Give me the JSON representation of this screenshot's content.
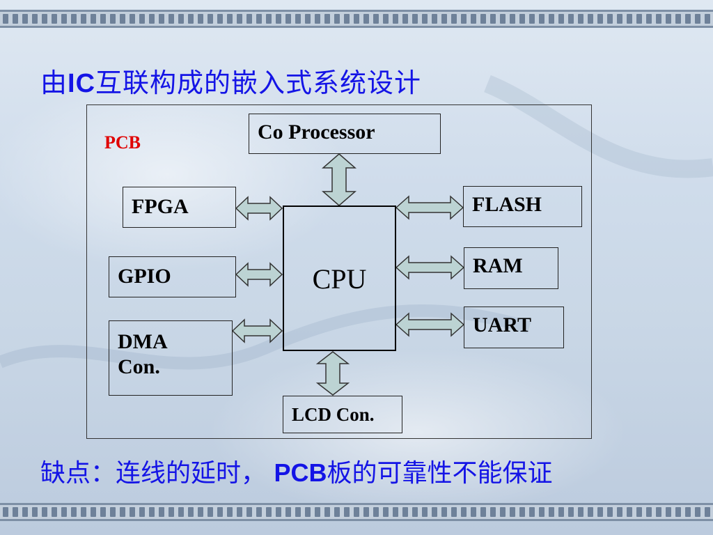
{
  "slide": {
    "title_cjk_prefix": "由",
    "title_latin": "IC",
    "title_cjk_suffix": "互联构成的嵌入式系统设计",
    "footer_part1": "缺点：连线的延时，",
    "footer_latin": "PCB",
    "footer_part2": "板的可靠性不能保证"
  },
  "diagram": {
    "frame_label": "PCB",
    "center": "CPU",
    "blocks": {
      "co_processor": "Co Processor",
      "fpga": "FPGA",
      "gpio": "GPIO",
      "dma_line1": "DMA",
      "dma_line2": "Con.",
      "flash": "FLASH",
      "ram": "RAM",
      "uart": "UART",
      "lcd": "LCD Con."
    },
    "colors": {
      "label_red": "#e00000",
      "text_blue": "#1414e6",
      "arrow_fill": "#bcd3d3"
    }
  }
}
